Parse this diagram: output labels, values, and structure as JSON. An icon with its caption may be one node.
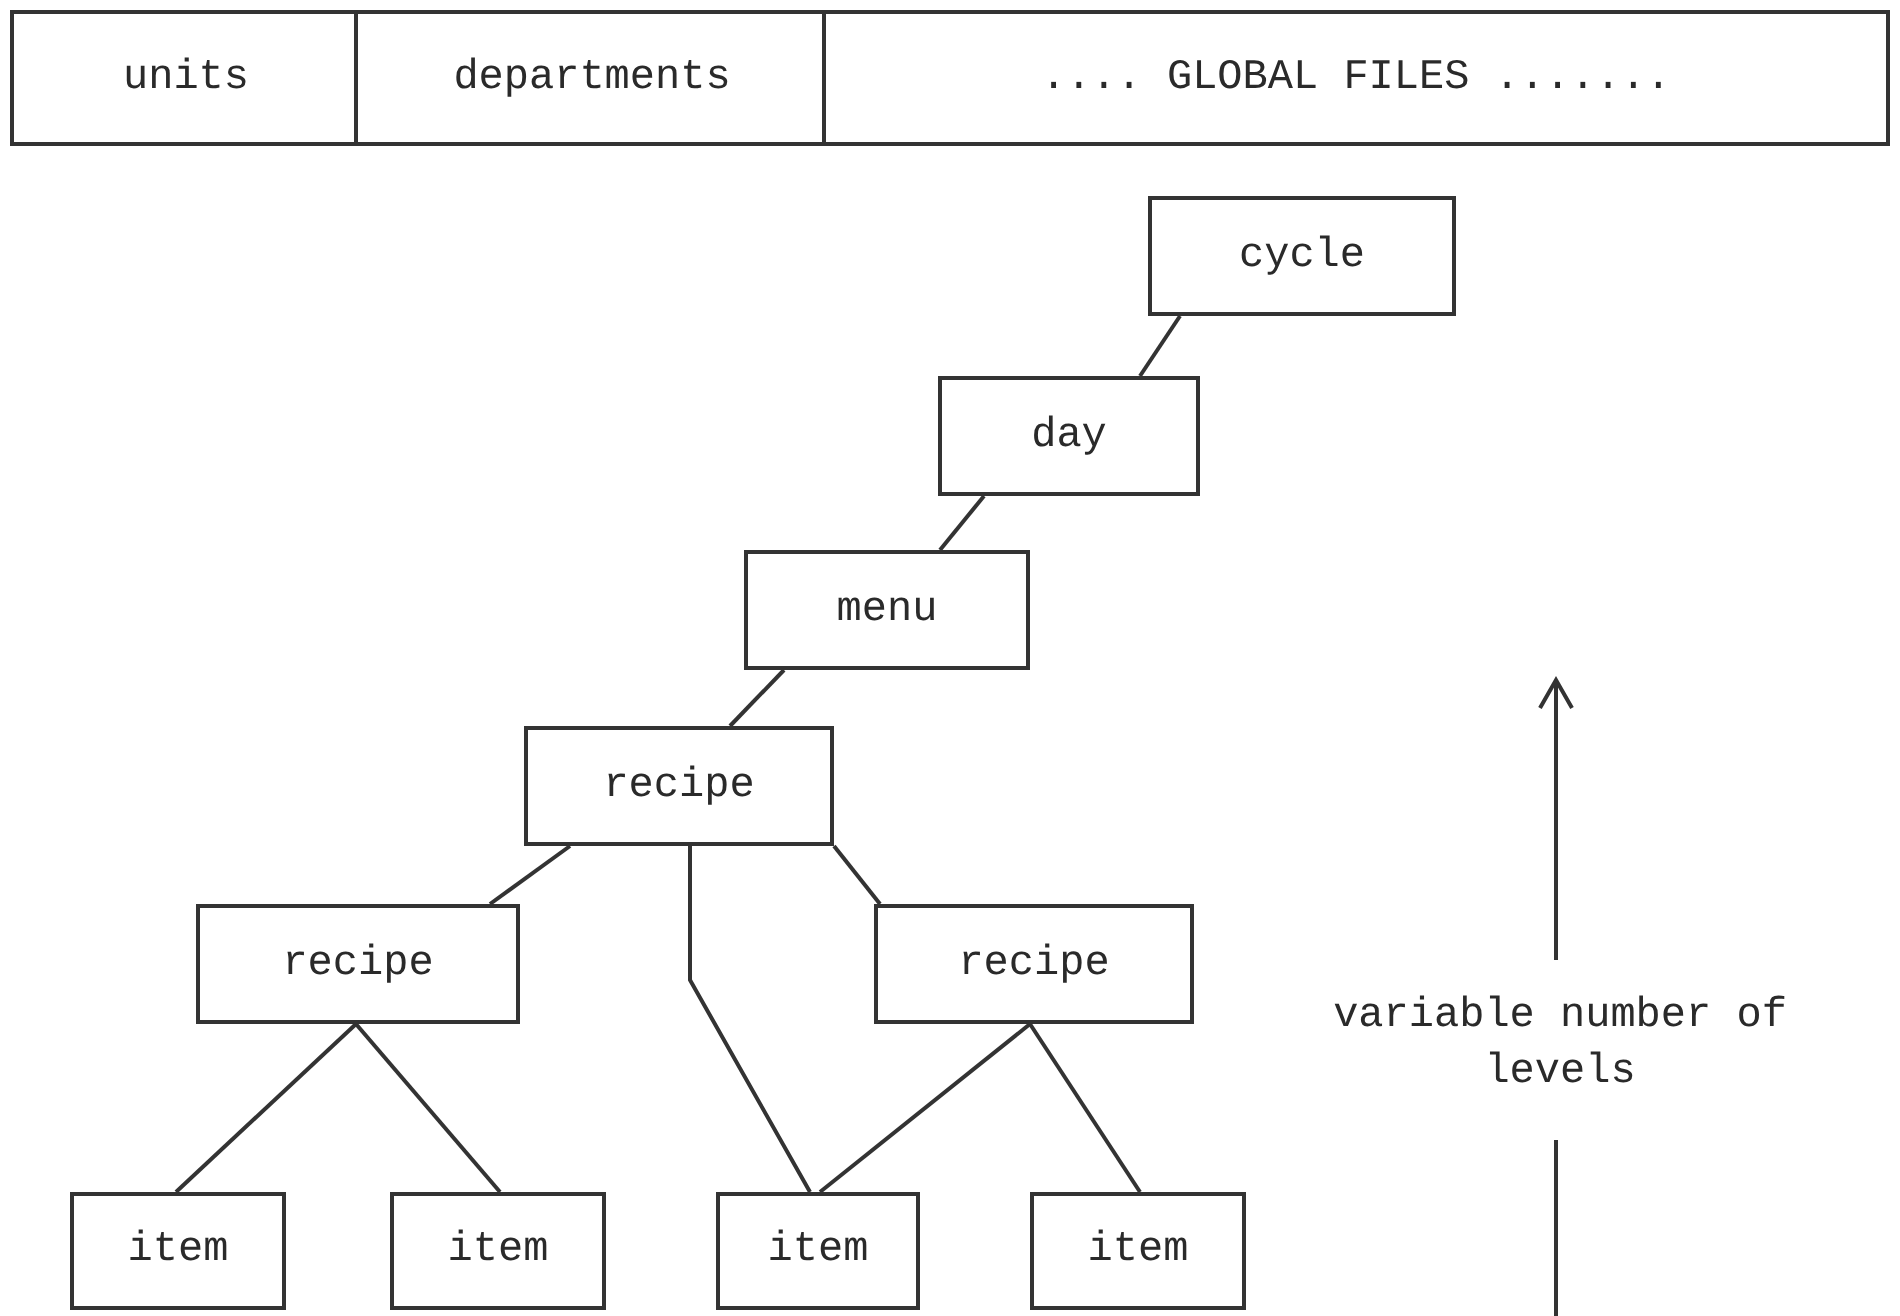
{
  "diagram": {
    "nodes": [
      {
        "text": [
          "units"
        ]
      },
      {
        "text": [
          "departments"
        ]
      },
      {
        "text": [
          ".... GLOBAL FILES ......."
        ]
      },
      {
        "text": [
          "cycle"
        ]
      },
      {
        "text": [
          "day"
        ]
      },
      {
        "text": [
          "menu"
        ]
      },
      {
        "text": [
          "recipe"
        ]
      },
      {
        "text": [
          "recipe"
        ]
      },
      {
        "text": [
          "recipe"
        ]
      },
      {
        "text": [
          "item"
        ]
      },
      {
        "text": [
          "item"
        ]
      },
      {
        "text": [
          "item"
        ]
      },
      {
        "text": [
          "item"
        ]
      }
    ],
    "edges": [
      {
        "from": 3,
        "to": 4,
        "arrow": "none"
      },
      {
        "from": 4,
        "to": 5,
        "arrow": "none"
      },
      {
        "from": 5,
        "to": 6,
        "arrow": "none"
      },
      {
        "from": 6,
        "to": 7,
        "arrow": "none"
      },
      {
        "from": 6,
        "to": 11,
        "arrow": "none"
      },
      {
        "from": 6,
        "to": 8,
        "arrow": "none"
      },
      {
        "from": 7,
        "to": 9,
        "arrow": "none"
      },
      {
        "from": 7,
        "to": 10,
        "arrow": "none"
      },
      {
        "from": 8,
        "to": 11,
        "arrow": "none"
      },
      {
        "from": 8,
        "to": 12,
        "arrow": "none"
      }
    ],
    "labels": [
      "variable number of levels"
    ]
  }
}
